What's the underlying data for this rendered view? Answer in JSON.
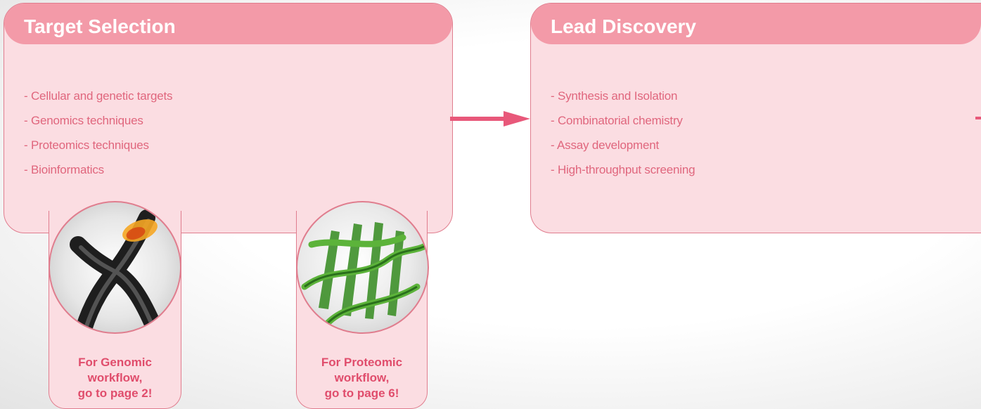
{
  "target_selection": {
    "title": "Target Selection",
    "items": [
      "- Cellular and genetic targets",
      "- Genomics techniques",
      "- Proteomics techniques",
      "- Bioinformatics"
    ]
  },
  "lead_discovery": {
    "title": "Lead Discovery",
    "items": [
      "- Synthesis and Isolation",
      "- Combinatorial chemistry",
      "- Assay development",
      "- High-throughput screening"
    ]
  },
  "genomic_link": {
    "lines": [
      "For Genomic",
      "workflow,",
      "go to page 2!"
    ],
    "image": "chromosome-image"
  },
  "proteomic_link": {
    "lines": [
      "For Proteomic",
      "workflow,",
      "go to page 6!"
    ],
    "image": "protein-ribbon-image"
  },
  "colors": {
    "header_fill": "#f39aa8",
    "box_fill": "#fbdde2",
    "border": "#e07d8e",
    "list_text": "#e0667d",
    "link_text": "#e04d6c",
    "arrow": "#e8587a"
  }
}
